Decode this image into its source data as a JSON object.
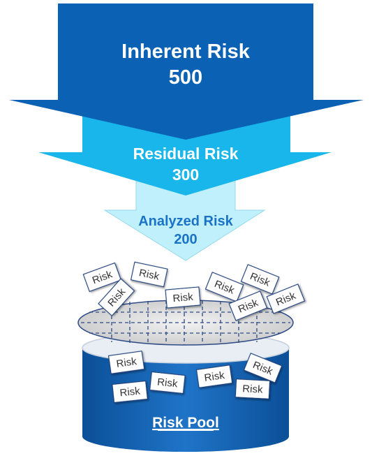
{
  "arrows": [
    {
      "label": "Inherent Risk",
      "value": "500",
      "fill": "#0b61b4",
      "text_color": "#ffffff"
    },
    {
      "label": "Residual Risk",
      "value": "300",
      "fill": "#18b6ea",
      "text_color": "#ffffff"
    },
    {
      "label": "Analyzed Risk",
      "value": "200",
      "fill": "#bff0fb",
      "text_color": "#1a73c7"
    }
  ],
  "card_label": "Risk",
  "pool": {
    "label": "Risk Pool",
    "fill": "#1262b6",
    "text_color": "#ffffff"
  },
  "colors": {
    "sieve": "#d4d4d4",
    "sieve_lines": "#2d4a86",
    "card_stroke": "#1f3f7a"
  }
}
